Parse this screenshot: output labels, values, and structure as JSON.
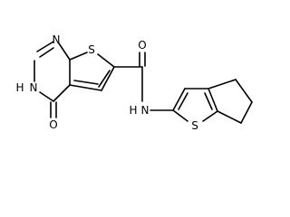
{
  "structure": {
    "atom_labels": {
      "n_ring_top": "N",
      "nh_ring": "H",
      "nh_ring_n": "N",
      "s_fused": "S",
      "o_carbonyl_ring": "O",
      "o_amide": "O",
      "nh_amide_n": "N",
      "nh_amide_h": "H",
      "s_thiophene2": "S"
    }
  }
}
